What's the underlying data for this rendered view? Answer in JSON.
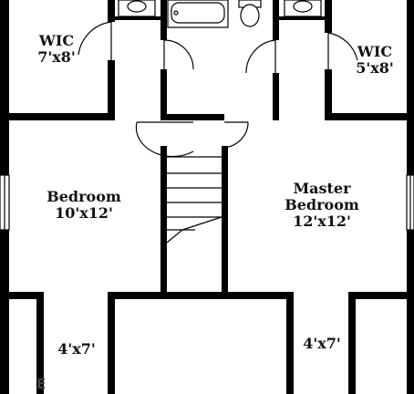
{
  "floor_plan": {
    "rooms": {
      "wic_left": {
        "name": "WIC",
        "size": "7'x8'"
      },
      "wic_right": {
        "name": "WIC",
        "size": "5'x8'"
      },
      "bedroom": {
        "name": "Bedroom",
        "size": "10'x12'"
      },
      "master": {
        "name_line1": "Master",
        "name_line2": "Bedroom",
        "size": "12'x12'"
      },
      "closet_left": {
        "size": "4'x7'"
      },
      "closet_right": {
        "size": "4'x7'"
      }
    },
    "edge_mark": "E",
    "colors": {
      "wall": "#000000",
      "background": "#ffffff"
    }
  }
}
